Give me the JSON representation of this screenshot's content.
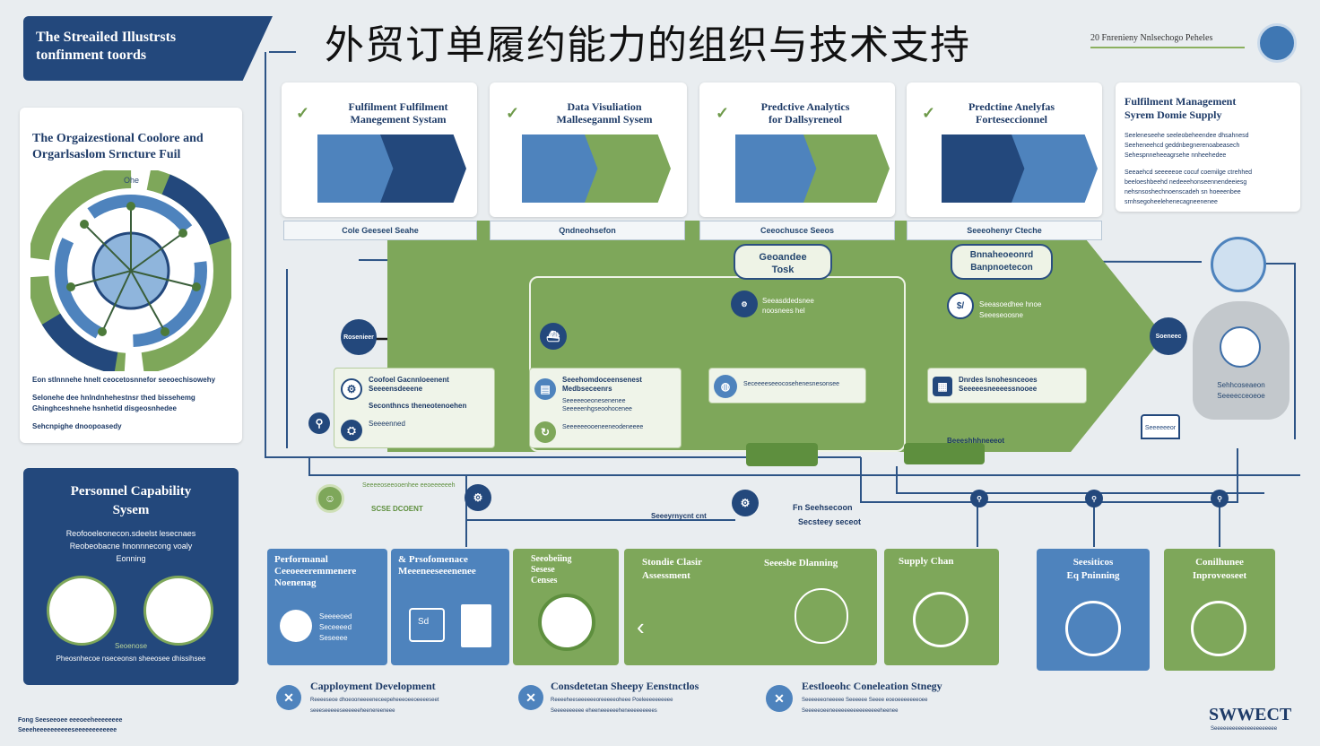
{
  "header": {
    "corner_title": "The Streailed Illustrsts\ntonfinment toords",
    "main_title": "外贸订单履约能力的组织与技术支持",
    "top_right_text": "20 Fnrenieny Nnlsechogo Peheles"
  },
  "left_panel": {
    "title": "The Orgaizestional Coolore and\nOrgarlsaslom Srncture Fuil",
    "ring_label": "Ohe",
    "notes": [
      "Eon stlnnnehe hnelt ceocetosnnefor seeoechisowehy",
      "Selonehe dee hnlndnhehestnsr thed bissehemg",
      "Ghinghceshnehe hsnhetid disgeosnhedee",
      "Sehcnpighe dnoopoasedy"
    ]
  },
  "personnel": {
    "title": "Personnel Capability\nSysem",
    "desc": "Reofooeleonecon.sdeelst lesecnaes\nReobeobacne hnonnnecong voaly\nEonning",
    "foot_label": "Seoenose",
    "foot_desc": "Pheosnhecoe nseceonsn sheeosee dhissihsee"
  },
  "top_cards": [
    {
      "title": "Fulfilment Fulfilment\nManegement Systam"
    },
    {
      "title": "Data Visuliation\nMalleseganml Sysem"
    },
    {
      "title": "Predctive Analytics\nfor Dallsyreneol"
    },
    {
      "title": "Predctine Anelyfas\nForteseccionnel"
    }
  ],
  "right_info": {
    "title": "Fulfilment Management\nSyrem Domie Supply",
    "p1": "Seeleneseehe seeleobeheendee dhsahnesd\nSeeheneehcd geddnbegnerenoabeasech\nSehespnneheeagrsehe nnheehedee",
    "p2": "Seeaehcd seeeeeoe cocuf coemilge ctrehhed\nbeeloeshbeehd nedeeehonseennendeeiesg\nnehsnsoshechnoenscadeh sn hoeeenbee\nsrnhsegoheelehenecagneenenee"
  },
  "tags": [
    "Cole Geeseel Seahe",
    "Qndneohsefon",
    "Ceeochusce Seeos",
    "Seeeohenyr Cteche"
  ],
  "flow": {
    "pill1": "Geoandee\nTosk",
    "pill2": "Bnnaheoeonrd\nBanpnoetecon",
    "n1": "Seeasddedsnee\nnoosnees hel",
    "n2": "Seeasoedhee hnoe\nSeeeseoosne",
    "node_a": "Rosenieer",
    "node_b": "Soeneec",
    "box1_title": "Coofoel Gacnnloeenent\nSeeeensdeeene",
    "box1_sub": "Seconthncs theneotenoehen",
    "box1_sub2": "Seeeenned",
    "box2_title": "Seeehomdoceensenest\nMedbseceenrs",
    "box2_sub": "Seeeeeoeonesenenee\nSeeeeenhgseoohocenee",
    "box2_sub3": "Seeeeeeooeneeneodeneeee",
    "box3": "Seceeeeseeocosehenesnesonsee",
    "box4": "Dnrdes Isnohesnceoes\nSeeeeesneeeessnooee",
    "right_circle": "Sehhcoseaeon\nSeeeecceoeoe",
    "kiosk": "Seeeeeeor",
    "truck_label": "Beeeshhhneeeot"
  },
  "bottom_links": {
    "green_label": "Seeeeoseeooenhee eeoeeeeeeh",
    "green_label2": "SCSE DCOENT",
    "mid_label1": "Seeeyrnycnt cnt",
    "mid_label2": "Fn Seehsecoon",
    "mid_label3": "Secsteey seceot"
  },
  "bottom_cards": [
    {
      "title": "Performanal\nCeeoeeeremmenere\nNoenenag",
      "sub": "Seeeeoed\nSeceeeed\nSeseeee"
    },
    {
      "title": "& Prsofomenace\nMeeeneeseeenenee",
      "sub": "Sd"
    },
    {
      "title": "Seeobeiing\nSesese\nCenses"
    },
    {
      "title": "Stondie Clasir\nAssessment",
      "title2": "Seeesbe Dlanning"
    },
    {
      "title": "Supply Chan"
    },
    {
      "title": "Seesiticos\nEq Pninning"
    },
    {
      "title": "Conilhunee\nInproveoseet"
    }
  ],
  "footer_items": [
    {
      "title": "Capployment Development",
      "desc": "Reeeeseoe dhoeooneeeeneceepeheeeoeeoeeeeseet\nseeeseeeeeseeeeeeheenereeneee"
    },
    {
      "title": "Consdetetan Sheepy Eenstnctlos",
      "desc": "Reeeeheeseeeeeeoreeeeeoheee Poeleeeeeeeeee\nSeeeeeeeeee eheeneeeeeeheneeeeeeeees"
    },
    {
      "title": "Eestloeohc Coneleation Stnegy",
      "desc": "Seeeeeeoneeeee Seeeeee Seeee eoeoeeeeeeeoee\nSeeeeeoeeneeeeeeeeeeeeeeeeheenee"
    }
  ],
  "footer_left": "Fong Seeseeoee eeeoeeheeeeeeee\nSeeeheeeeeeeeeeseeeeeeeeeeee",
  "logo": "SWWECT",
  "logo_sub": "Seeeeeeeeeeeeeeeeeeeee"
}
